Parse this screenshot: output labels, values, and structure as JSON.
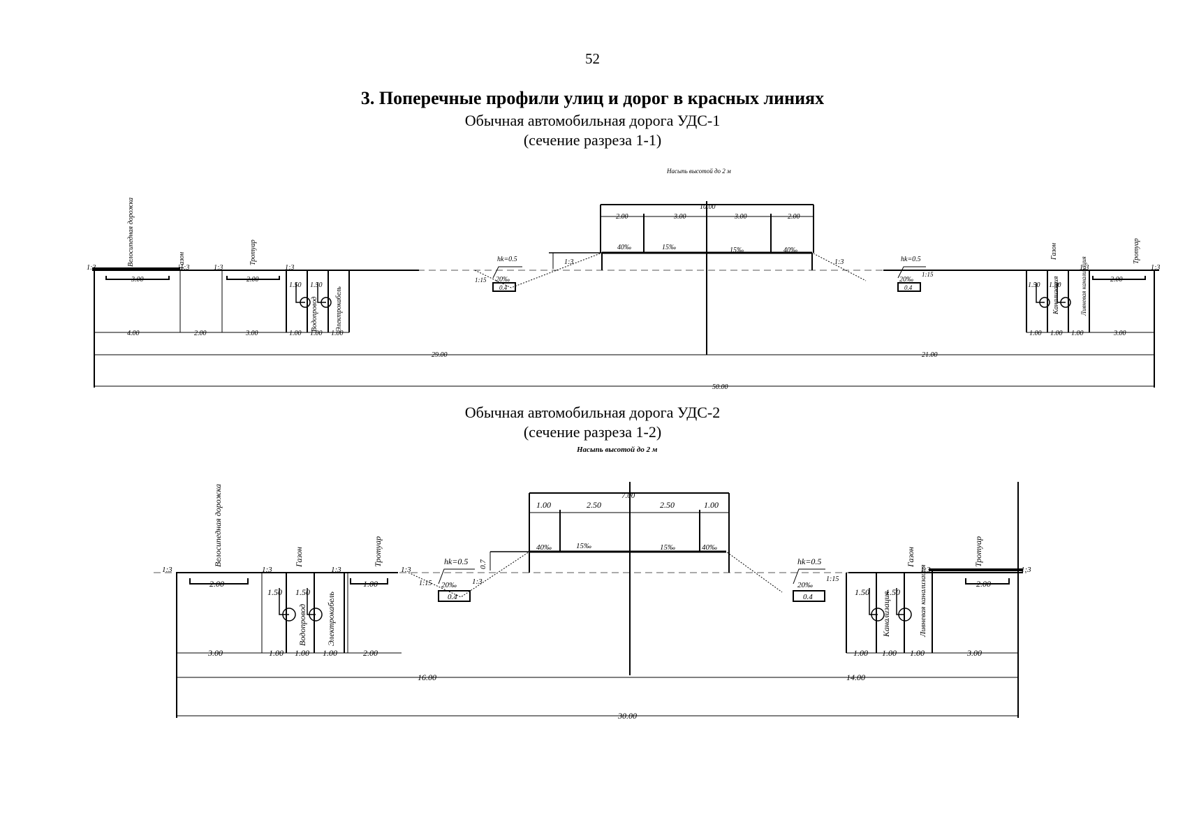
{
  "page": {
    "number": "52",
    "title": "3. Поперечные профили улиц и дорог в красных линиях"
  },
  "profile1": {
    "name": "Обычная автомобильная дорога  УДС-1",
    "section": "(сечение разреза 1-1)",
    "note": "Насыпь высотой до 2 м",
    "labels": {
      "bike": "Велосипедная дорожка",
      "lawn_left": "Газон",
      "sidewalk_left": "Тротуар",
      "water": "Водопровод",
      "cable": "Электрокабель",
      "lawn_right": "Газон",
      "sewer": "Канализация",
      "storm": "Ливневая канализация",
      "sidewalk_right": "Тротуар",
      "hk_left": "hk=0.5",
      "hk_right": "hk=0.5"
    },
    "slopes": [
      "1:3",
      "1:3",
      "1:3",
      "1:3",
      "1:3",
      "1:3",
      "1:3",
      "1:3",
      "1:15",
      "1:15"
    ],
    "grades": [
      "40‰",
      "15‰",
      "15‰",
      "40‰",
      "20‰",
      "20‰"
    ],
    "ditch": [
      "0.4",
      "0.4"
    ],
    "top_dims": {
      "total": "10.00",
      "parts": [
        "2.00",
        "3.00",
        "3.00",
        "2.00"
      ]
    },
    "sub_dims": [
      "3.00",
      "2.00",
      "1.50",
      "1.50",
      "1.50",
      "1.50",
      "2.00"
    ],
    "bottom_left": [
      "4.00",
      "2.00",
      "3.00",
      "1.00",
      "1.00",
      "1.00"
    ],
    "bottom_right": [
      "1.00",
      "1.00",
      "1.00",
      "3.00"
    ],
    "half_left": "29.00",
    "half_right": "21.00",
    "overall": "50.00"
  },
  "profile2": {
    "name": "Обычная автомобильная дорога УДС-2",
    "section": "(сечение разреза 1-2)",
    "note": "Насыпь высотой до 2 м",
    "labels": {
      "bike": "Велосипедная дорожка",
      "lawn_left": "Газон",
      "sidewalk_left": "Тротуар",
      "water": "Водопровод",
      "cable": "Электрокабель",
      "lawn_right": "Газон",
      "sewer": "Канализация",
      "storm": "Ливневая канализация",
      "sidewalk_right": "Тротуар",
      "hk_left": "hk=0.5",
      "hk_right": "hk=0.5",
      "height": "0.7"
    },
    "slopes": [
      "1:3",
      "1:3",
      "1:3",
      "1:3",
      "1:3",
      "1:3",
      "1:3",
      "1:15",
      "1:15"
    ],
    "grades": [
      "40‰",
      "15‰",
      "15‰",
      "40‰",
      "20‰",
      "20‰"
    ],
    "ditch": [
      "0.4",
      "0.4"
    ],
    "top_dims": {
      "total": "7.00",
      "parts": [
        "1.00",
        "2.50",
        "2.50",
        "1.00"
      ]
    },
    "sub_dims": [
      "2.00",
      "1.50",
      "1.50",
      "1.00",
      "1.50",
      "1.50",
      "2.00"
    ],
    "bottom_left": [
      "3.00",
      "1.00",
      "1.00",
      "1.00",
      "2.00"
    ],
    "bottom_right": [
      "1.00",
      "1.00",
      "1.00",
      "3.00"
    ],
    "half_left": "16.00",
    "half_right": "14.00",
    "overall": "30.00"
  }
}
